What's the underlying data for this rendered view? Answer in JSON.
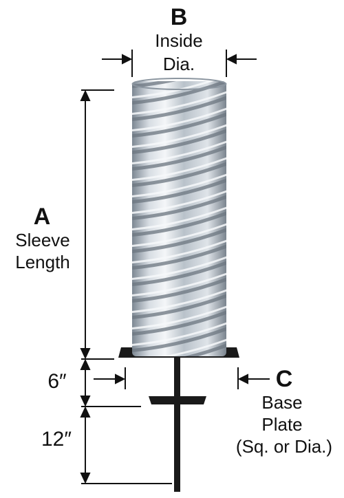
{
  "labels": {
    "b_letter": "B",
    "b_line1": "Inside",
    "b_line2": "Dia.",
    "a_letter": "A",
    "a_line1": "Sleeve",
    "a_line2": "Length",
    "six_inch": "6″",
    "twelve_inch": "12″",
    "c_letter": "C",
    "c_line1": "Base",
    "c_line2": "Plate",
    "c_line3": "(Sq. or Dia.)"
  },
  "colors": {
    "ink": "#111111",
    "sleeve_light": "#e9edf1",
    "sleeve_mid": "#a9b3bd",
    "sleeve_dark": "#6c7680",
    "plate": "#1a1a1a"
  }
}
